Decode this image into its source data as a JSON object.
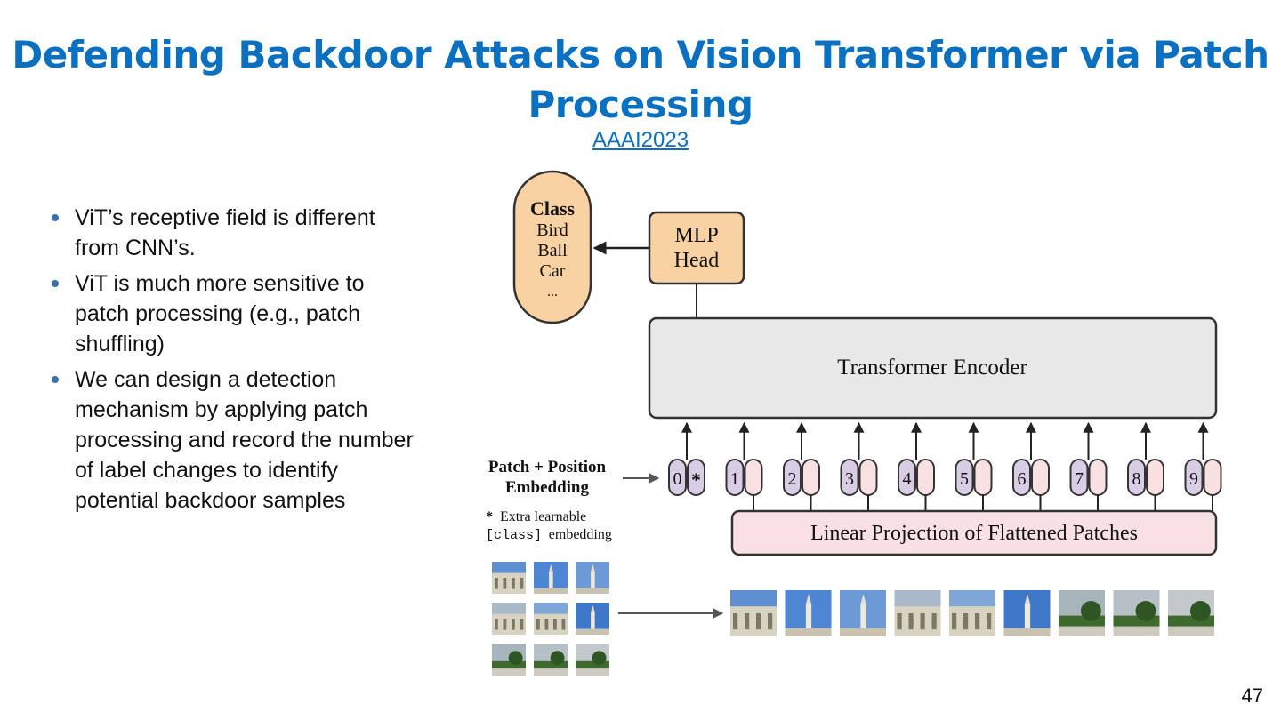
{
  "slide": {
    "title": "Defending Backdoor Attacks on Vision Transformer via Patch Processing",
    "venue_link": "AAAI2023",
    "bullets": [
      "ViT’s receptive field is different from CNN’s.",
      "ViT is much more sensitive to patch processing (e.g., patch shuffling)",
      "We can design a detection mechanism by applying patch processing and record the number of label changes to identify potential backdoor samples"
    ],
    "page_number": "47"
  },
  "diagram": {
    "class_box": {
      "heading": "Class",
      "items": [
        "Bird",
        "Ball",
        "Car",
        "..."
      ]
    },
    "mlp_head": [
      "MLP",
      "Head"
    ],
    "encoder": "Transformer Encoder",
    "embedding_label": [
      "Patch + Position",
      "Embedding"
    ],
    "extra_note": {
      "star": "*",
      "line1": "Extra learnable",
      "code": "[class]",
      "line2": "embedding"
    },
    "projection": "Linear Projection of Flattened Patches",
    "tokens": [
      "0",
      "1",
      "2",
      "3",
      "4",
      "5",
      "6",
      "7",
      "8",
      "9"
    ],
    "class_token_marker": "*",
    "colors": {
      "title": "#0b70c0",
      "orange_box": "#f9d2a4",
      "encoder_fill": "#e8e8e8",
      "projection_fill": "#f9e1e3",
      "position_token": "#d9cde6",
      "patch_token": "#f9e1e3"
    }
  }
}
